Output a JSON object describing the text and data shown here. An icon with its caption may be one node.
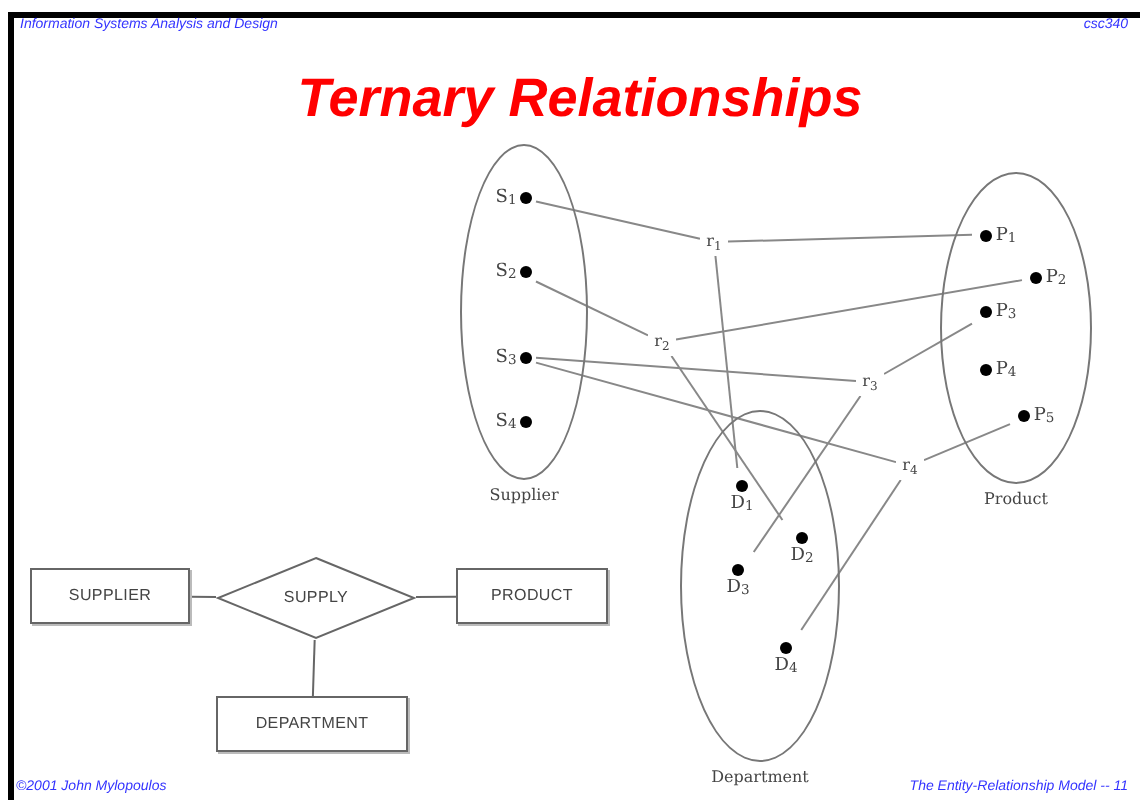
{
  "diagram": {
    "title": "Ternary Relationships",
    "nodes": [
      {
        "text": [],
        "shape": "ellipse",
        "beside": [
          "Supplier"
        ]
      },
      {
        "text": [],
        "shape": "ellipse",
        "beside": [
          "Product"
        ]
      },
      {
        "text": [],
        "shape": "ellipse",
        "beside": [
          "Department"
        ]
      },
      {
        "text": [
          "S$_{1}$"
        ],
        "in": 0
      },
      {
        "text": [
          "S$_{2}$"
        ],
        "in": 0
      },
      {
        "text": [
          "S$_{3}$"
        ],
        "in": 0
      },
      {
        "text": [
          "S$_{4}$"
        ],
        "in": 0
      },
      {
        "text": [
          "P$_{1}$"
        ],
        "in": 1
      },
      {
        "text": [
          "P$_{2}$"
        ],
        "in": 1
      },
      {
        "text": [
          "P$_{3}$"
        ],
        "in": 1
      },
      {
        "text": [
          "P$_{4}$"
        ],
        "in": 1
      },
      {
        "text": [
          "P$_{5}$"
        ],
        "in": 1
      },
      {
        "text": [
          "D$_{1}$"
        ],
        "in": 2
      },
      {
        "text": [
          "D$_{2}$"
        ],
        "in": 2
      },
      {
        "text": [
          "D$_{3}$"
        ],
        "in": 2
      },
      {
        "text": [
          "D$_{4}$"
        ],
        "in": 2
      },
      {
        "text": [
          "r$_{1}$"
        ]
      },
      {
        "text": [
          "r$_{2}$"
        ]
      },
      {
        "text": [
          "r$_{3}$"
        ]
      },
      {
        "text": [
          "r$_{4}$"
        ]
      },
      {
        "text": [
          "SUPPLIER"
        ]
      },
      {
        "text": [
          "SUPPLY"
        ]
      },
      {
        "text": [
          "PRODUCT"
        ]
      },
      {
        "text": [
          "DEPARTMENT"
        ]
      }
    ],
    "edges": [
      {
        "from": 16,
        "to": 3,
        "arrow": "none"
      },
      {
        "from": 16,
        "to": 7,
        "arrow": "none"
      },
      {
        "from": 16,
        "to": 12,
        "arrow": "none"
      },
      {
        "from": 17,
        "to": 4,
        "arrow": "none"
      },
      {
        "from": 17,
        "to": 8,
        "arrow": "none"
      },
      {
        "from": 17,
        "to": 13,
        "arrow": "none"
      },
      {
        "from": 18,
        "to": 5,
        "arrow": "none"
      },
      {
        "from": 18,
        "to": 9,
        "arrow": "none"
      },
      {
        "from": 18,
        "to": 14,
        "arrow": "none"
      },
      {
        "from": 19,
        "to": 5,
        "arrow": "none"
      },
      {
        "from": 19,
        "to": 11,
        "arrow": "none"
      },
      {
        "from": 19,
        "to": 15,
        "arrow": "none"
      },
      {
        "from": 20,
        "to": 21,
        "arrow": "none"
      },
      {
        "from": 21,
        "to": 22,
        "arrow": "none"
      },
      {
        "from": 21,
        "to": 23,
        "arrow": "none"
      }
    ],
    "labels": [
      "Information Systems Analysis and Design",
      "csc340",
      "©2001 John Mylopoulos",
      "The Entity-Relationship Model -- 11"
    ]
  }
}
